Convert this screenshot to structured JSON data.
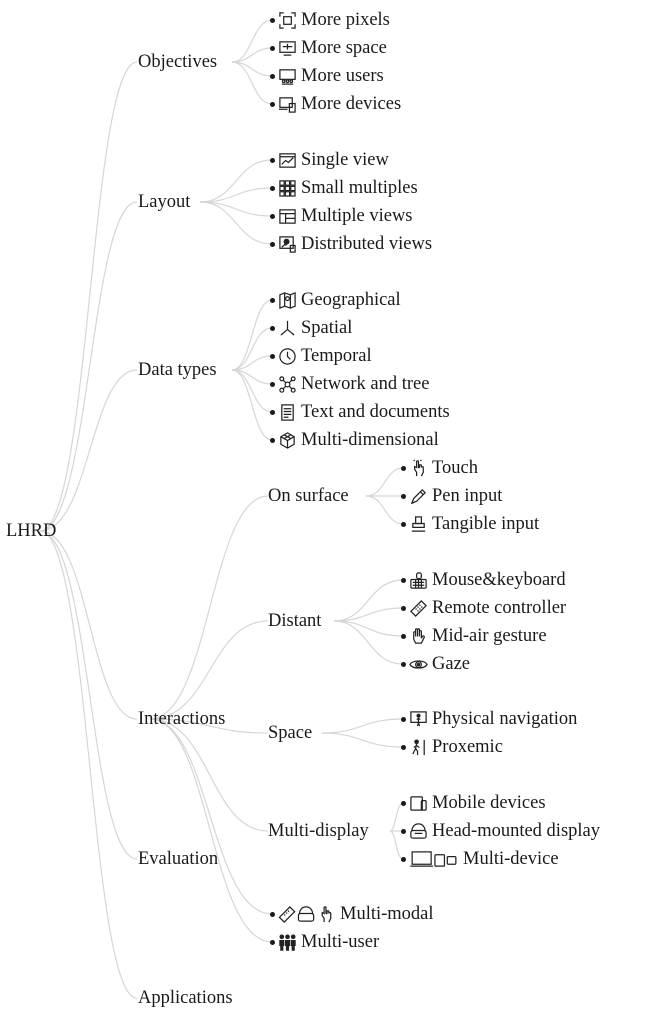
{
  "root": "LHRD",
  "categories": {
    "objectives": "Objectives",
    "layout": "Layout",
    "data_types": "Data types",
    "interactions": "Interactions",
    "evaluation": "Evaluation",
    "applications": "Applications"
  },
  "objectives": [
    "More pixels",
    "More space",
    "More users",
    "More devices"
  ],
  "layout": [
    "Single view",
    "Small multiples",
    "Multiple views",
    "Distributed views"
  ],
  "data_types": [
    "Geographical",
    "Spatial",
    "Temporal",
    "Network and tree",
    "Text and documents",
    "Multi-dimensional"
  ],
  "interactions": {
    "on_surface": {
      "label": "On surface",
      "items": [
        "Touch",
        "Pen input",
        "Tangible input"
      ]
    },
    "distant": {
      "label": "Distant",
      "items": [
        "Mouse&keyboard",
        "Remote controller",
        "Mid-air gesture",
        "Gaze"
      ]
    },
    "space": {
      "label": "Space",
      "items": [
        "Physical navigation",
        "Proxemic"
      ]
    },
    "multi_display": {
      "label": "Multi-display",
      "items": [
        "Mobile devices",
        "Head-mounted display",
        "Multi-device"
      ]
    },
    "multi_modal": "Multi-modal",
    "multi_user": "Multi-user"
  }
}
